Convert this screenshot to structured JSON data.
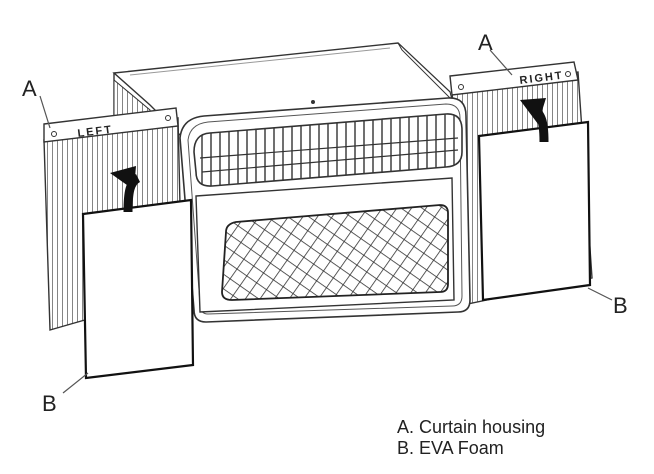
{
  "callouts": {
    "a_left": "A",
    "a_right": "A",
    "b_left": "B",
    "b_right": "B"
  },
  "curtain_labels": {
    "left": "LEFT",
    "right": "RIGHT"
  },
  "legend": {
    "item_a": "A. Curtain housing",
    "item_b": "B. EVA Foam"
  }
}
